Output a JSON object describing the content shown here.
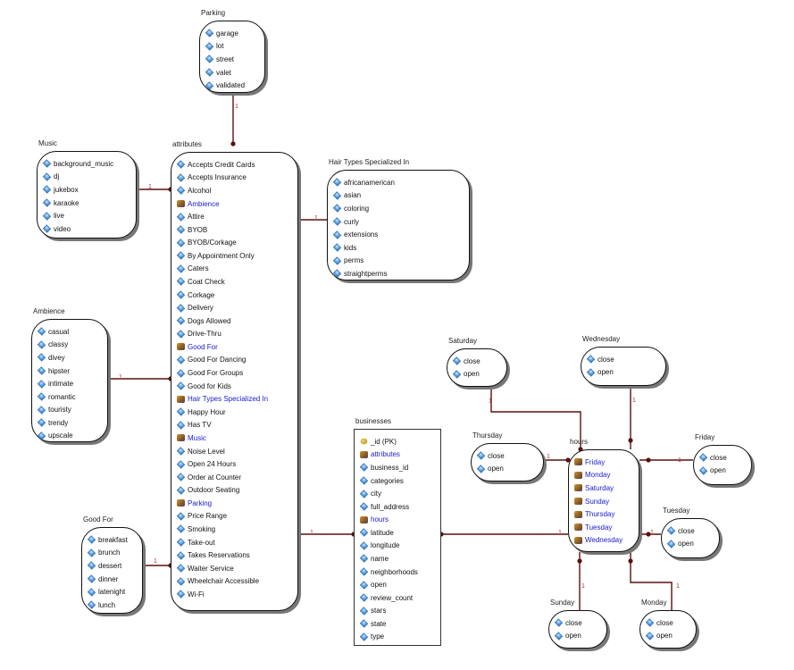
{
  "entities": [
    {
      "id": "parking",
      "title": "Parking",
      "fields": [
        {
          "label": "garage",
          "kind": "a"
        },
        {
          "label": "lot",
          "kind": "a"
        },
        {
          "label": "street",
          "kind": "a"
        },
        {
          "label": "valet",
          "kind": "a"
        },
        {
          "label": "validated",
          "kind": "a"
        }
      ]
    },
    {
      "id": "music",
      "title": "Music",
      "fields": [
        {
          "label": "background_music",
          "kind": "a"
        },
        {
          "label": "dj",
          "kind": "a"
        },
        {
          "label": "jukebox",
          "kind": "a"
        },
        {
          "label": "karaoke",
          "kind": "a"
        },
        {
          "label": "live",
          "kind": "a"
        },
        {
          "label": "video",
          "kind": "a"
        }
      ]
    },
    {
      "id": "ambience",
      "title": "Ambience",
      "fields": [
        {
          "label": "casual",
          "kind": "a"
        },
        {
          "label": "classy",
          "kind": "a"
        },
        {
          "label": "divey",
          "kind": "a"
        },
        {
          "label": "hipster",
          "kind": "a"
        },
        {
          "label": "intimate",
          "kind": "a"
        },
        {
          "label": "romantic",
          "kind": "a"
        },
        {
          "label": "touristy",
          "kind": "a"
        },
        {
          "label": "trendy",
          "kind": "a"
        },
        {
          "label": "upscale",
          "kind": "a"
        }
      ]
    },
    {
      "id": "goodfor",
      "title": "Good For",
      "fields": [
        {
          "label": "breakfast",
          "kind": "a"
        },
        {
          "label": "brunch",
          "kind": "a"
        },
        {
          "label": "dessert",
          "kind": "a"
        },
        {
          "label": "dinner",
          "kind": "a"
        },
        {
          "label": "latenight",
          "kind": "a"
        },
        {
          "label": "lunch",
          "kind": "a"
        }
      ]
    },
    {
      "id": "attributes",
      "title": "attributes",
      "fields": [
        {
          "label": "Accepts Credit Cards",
          "kind": "a"
        },
        {
          "label": "Accepts Insurance",
          "kind": "a"
        },
        {
          "label": "Alcohol",
          "kind": "a"
        },
        {
          "label": "Ambience",
          "kind": "r"
        },
        {
          "label": "Attire",
          "kind": "a"
        },
        {
          "label": "BYOB",
          "kind": "a"
        },
        {
          "label": "BYOB/Corkage",
          "kind": "a"
        },
        {
          "label": "By Appointment Only",
          "kind": "a"
        },
        {
          "label": "Caters",
          "kind": "a"
        },
        {
          "label": "Coat Check",
          "kind": "a"
        },
        {
          "label": "Corkage",
          "kind": "a"
        },
        {
          "label": "Delivery",
          "kind": "a"
        },
        {
          "label": "Dogs Allowed",
          "kind": "a"
        },
        {
          "label": "Drive-Thru",
          "kind": "a"
        },
        {
          "label": "Good For",
          "kind": "r"
        },
        {
          "label": "Good For Dancing",
          "kind": "a"
        },
        {
          "label": "Good For Groups",
          "kind": "a"
        },
        {
          "label": "Good for Kids",
          "kind": "a"
        },
        {
          "label": "Hair Types Specialized In",
          "kind": "r"
        },
        {
          "label": "Happy Hour",
          "kind": "a"
        },
        {
          "label": "Has TV",
          "kind": "a"
        },
        {
          "label": "Music",
          "kind": "r"
        },
        {
          "label": "Noise Level",
          "kind": "a"
        },
        {
          "label": "Open 24 Hours",
          "kind": "a"
        },
        {
          "label": "Order at Counter",
          "kind": "a"
        },
        {
          "label": "Outdoor Seating",
          "kind": "a"
        },
        {
          "label": "Parking",
          "kind": "r"
        },
        {
          "label": "Price Range",
          "kind": "a"
        },
        {
          "label": "Smoking",
          "kind": "a"
        },
        {
          "label": "Take-out",
          "kind": "a"
        },
        {
          "label": "Takes Reservations",
          "kind": "a"
        },
        {
          "label": "Waiter Service",
          "kind": "a"
        },
        {
          "label": "Wheelchair Accessible",
          "kind": "a"
        },
        {
          "label": "Wi-Fi",
          "kind": "a"
        }
      ]
    },
    {
      "id": "hair",
      "title": "Hair Types Specialized In",
      "fields": [
        {
          "label": "africanamerican",
          "kind": "a"
        },
        {
          "label": "asian",
          "kind": "a"
        },
        {
          "label": "coloring",
          "kind": "a"
        },
        {
          "label": "curly",
          "kind": "a"
        },
        {
          "label": "extensions",
          "kind": "a"
        },
        {
          "label": "kids",
          "kind": "a"
        },
        {
          "label": "perms",
          "kind": "a"
        },
        {
          "label": "straightperms",
          "kind": "a"
        }
      ]
    },
    {
      "id": "businesses",
      "title": "businesses",
      "fields": [
        {
          "label": "_id (PK)",
          "kind": "k"
        },
        {
          "label": "attributes",
          "kind": "r"
        },
        {
          "label": "business_id",
          "kind": "a"
        },
        {
          "label": "categories",
          "kind": "a"
        },
        {
          "label": "city",
          "kind": "a"
        },
        {
          "label": "full_address",
          "kind": "a"
        },
        {
          "label": "hours",
          "kind": "r"
        },
        {
          "label": "latitude",
          "kind": "a"
        },
        {
          "label": "longitude",
          "kind": "a"
        },
        {
          "label": "name",
          "kind": "a"
        },
        {
          "label": "neighborhoods",
          "kind": "a"
        },
        {
          "label": "open",
          "kind": "a"
        },
        {
          "label": "review_count",
          "kind": "a"
        },
        {
          "label": "stars",
          "kind": "a"
        },
        {
          "label": "state",
          "kind": "a"
        },
        {
          "label": "type",
          "kind": "a"
        }
      ]
    },
    {
      "id": "saturday",
      "title": "Saturday",
      "fields": [
        {
          "label": "close",
          "kind": "a"
        },
        {
          "label": "open",
          "kind": "a"
        }
      ]
    },
    {
      "id": "wednesday",
      "title": "Wednesday",
      "fields": [
        {
          "label": "close",
          "kind": "a"
        },
        {
          "label": "open",
          "kind": "a"
        }
      ]
    },
    {
      "id": "thursday",
      "title": "Thursday",
      "fields": [
        {
          "label": "close",
          "kind": "a"
        },
        {
          "label": "open",
          "kind": "a"
        }
      ]
    },
    {
      "id": "friday",
      "title": "Friday",
      "fields": [
        {
          "label": "close",
          "kind": "a"
        },
        {
          "label": "open",
          "kind": "a"
        }
      ]
    },
    {
      "id": "hours",
      "title": "hours",
      "fields": [
        {
          "label": "Friday",
          "kind": "r"
        },
        {
          "label": "Monday",
          "kind": "r"
        },
        {
          "label": "Saturday",
          "kind": "r"
        },
        {
          "label": "Sunday",
          "kind": "r"
        },
        {
          "label": "Thursday",
          "kind": "r"
        },
        {
          "label": "Tuesday",
          "kind": "r"
        },
        {
          "label": "Wednesday",
          "kind": "r"
        }
      ]
    },
    {
      "id": "tuesday",
      "title": "Tuesday",
      "fields": [
        {
          "label": "close",
          "kind": "a"
        },
        {
          "label": "open",
          "kind": "a"
        }
      ]
    },
    {
      "id": "sunday",
      "title": "Sunday",
      "fields": [
        {
          "label": "close",
          "kind": "a"
        },
        {
          "label": "open",
          "kind": "a"
        }
      ]
    },
    {
      "id": "monday",
      "title": "Monday",
      "fields": [
        {
          "label": "close",
          "kind": "a"
        },
        {
          "label": "open",
          "kind": "a"
        }
      ]
    }
  ],
  "relationships": [
    {
      "from": "parking",
      "to": "attributes",
      "label": "1"
    },
    {
      "from": "music",
      "to": "attributes",
      "label": "1"
    },
    {
      "from": "ambience",
      "to": "attributes",
      "label": "1"
    },
    {
      "from": "goodfor",
      "to": "attributes",
      "label": "1"
    },
    {
      "from": "hair",
      "to": "attributes",
      "label": "1"
    },
    {
      "from": "attributes",
      "to": "businesses",
      "label": "1"
    },
    {
      "from": "hours",
      "to": "businesses",
      "label": "1"
    },
    {
      "from": "saturday",
      "to": "hours",
      "label": "1"
    },
    {
      "from": "wednesday",
      "to": "hours",
      "label": "1"
    },
    {
      "from": "thursday",
      "to": "hours",
      "label": "1"
    },
    {
      "from": "friday",
      "to": "hours",
      "label": "1"
    },
    {
      "from": "tuesday",
      "to": "hours",
      "label": "1"
    },
    {
      "from": "sunday",
      "to": "hours",
      "label": "1"
    },
    {
      "from": "monday",
      "to": "hours",
      "label": "1"
    }
  ],
  "colors": {
    "line": "#5a1010",
    "link_field": "#1a1ad6",
    "text": "#111111"
  }
}
